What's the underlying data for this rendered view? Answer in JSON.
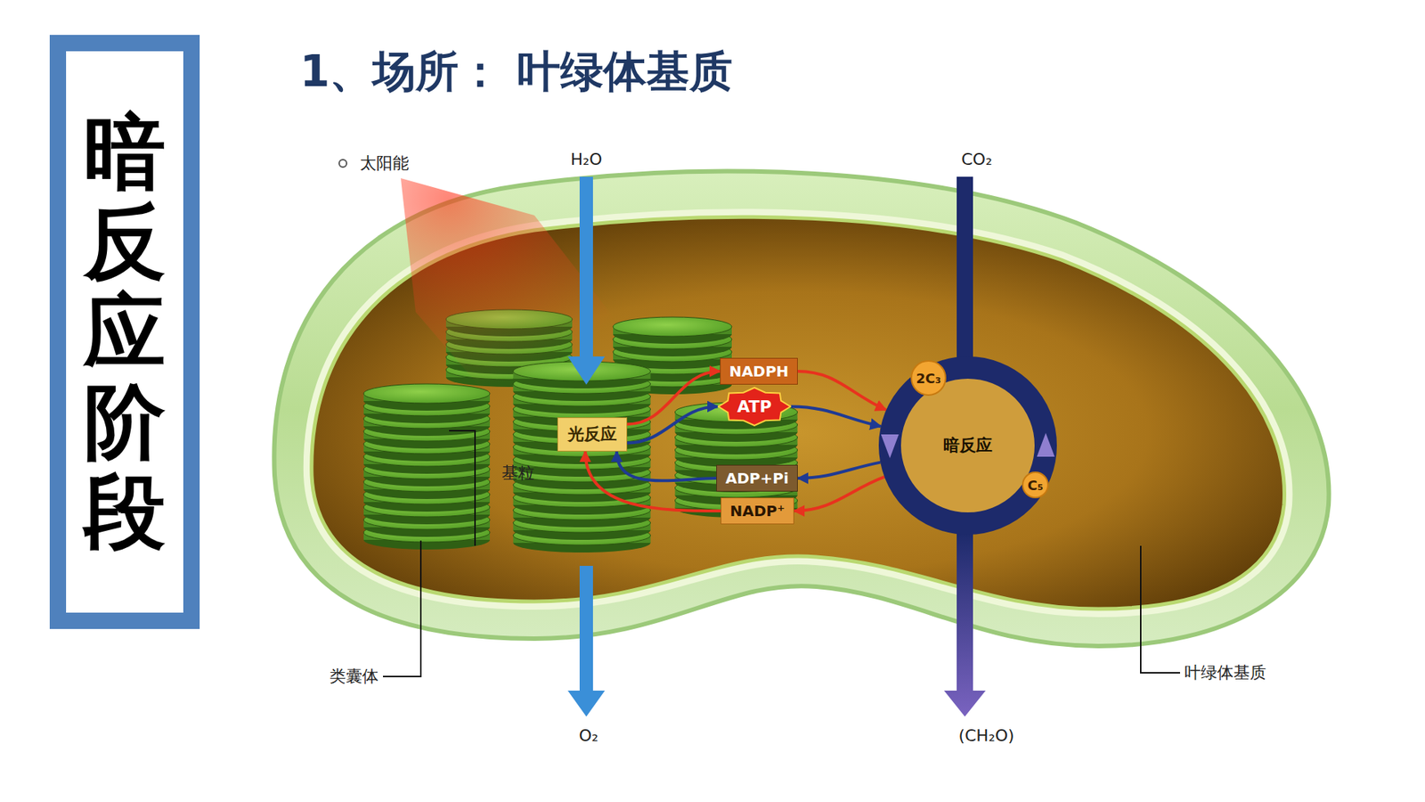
{
  "diagram": {
    "title": "1、场所： 叶绿体基质",
    "nodes": [
      {
        "text": [
          "暗反应阶段"
        ]
      },
      {
        "text": [
          "光反应"
        ]
      },
      {
        "text": [
          "NADPH"
        ]
      },
      {
        "text": [
          "ATP"
        ]
      },
      {
        "text": [
          "ADP+Pi"
        ]
      },
      {
        "text": [
          "NADP⁺"
        ]
      },
      {
        "text": [
          "暗反应"
        ]
      },
      {
        "text": [
          "2C₃"
        ],
        "in": 6
      },
      {
        "text": [
          "C₅"
        ],
        "in": 6
      }
    ],
    "edges": [
      {
        "from": 1,
        "to": 2,
        "arrow": "to"
      },
      {
        "from": 1,
        "to": 3,
        "arrow": "to"
      },
      {
        "from": 2,
        "to": 6,
        "arrow": "to"
      },
      {
        "from": 3,
        "to": 6,
        "arrow": "to"
      },
      {
        "from": 6,
        "to": 4,
        "arrow": "to"
      },
      {
        "from": 6,
        "to": 5,
        "arrow": "to"
      },
      {
        "from": 4,
        "to": 1,
        "arrow": "to"
      },
      {
        "from": 5,
        "to": 1,
        "arrow": "to"
      }
    ],
    "labels": [
      "太阳能",
      "H₂O",
      "CO₂",
      "基粒",
      "类囊体",
      "叶绿体基质",
      "O₂",
      "(CH₂O)"
    ]
  }
}
